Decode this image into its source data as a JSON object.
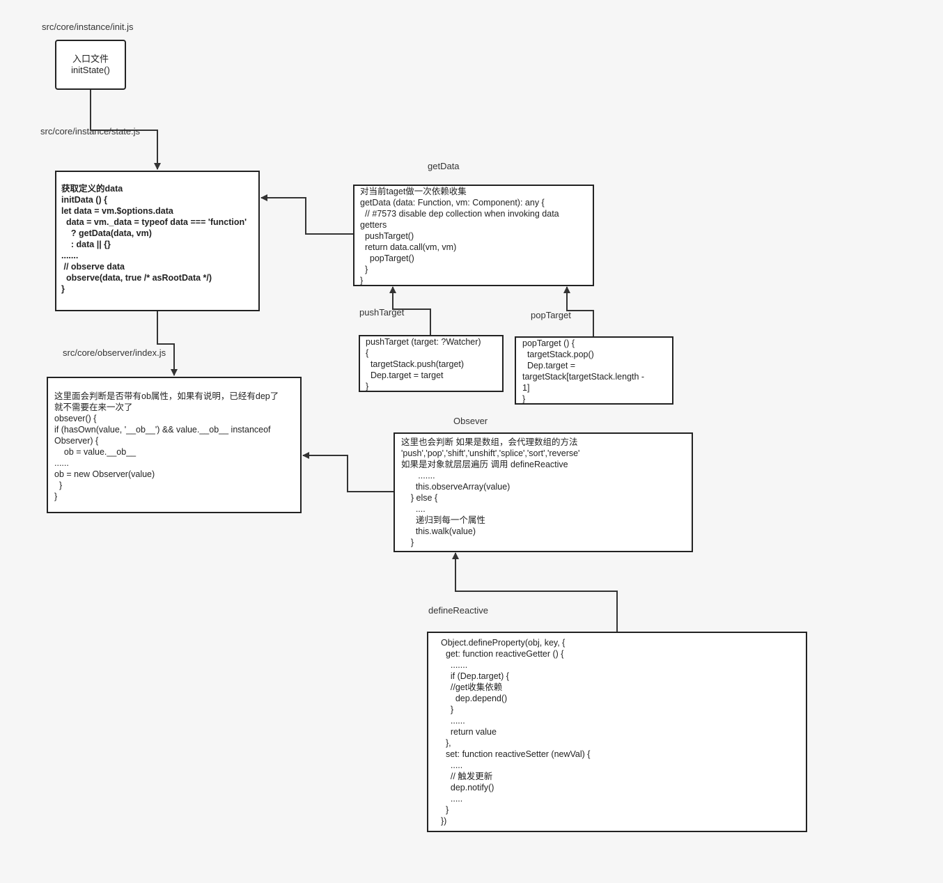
{
  "labels": {
    "init_js": "src/core/instance/init.js",
    "state_js": "src/core/instance/state.js",
    "observer_index_js": "src/core/observer/index.js",
    "get_data": "getData",
    "push_target": "pushTarget",
    "pop_target": "popTarget",
    "obsever": "Obsever",
    "define_reactive": "defineReactive"
  },
  "entry": {
    "line1": "入口文件",
    "line2": "initState()"
  },
  "boxes": {
    "init_data": "获取定义的data\ninitData () {\nlet data = vm.$options.data\n  data = vm._data = typeof data === 'function'\n    ? getData(data, vm)\n    : data || {}\n.......\n // observe data\n  observe(data, true /* asRootData */)\n}",
    "get_data": "对当前taget做一次依赖收集\ngetData (data: Function, vm: Component): any {\n  // #7573 disable dep collection when invoking data\ngetters\n  pushTarget()\n  return data.call(vm, vm)\n    popTarget()\n  }\n}",
    "push_target": "pushTarget (target: ?Watcher)\n{\n  targetStack.push(target)\n  Dep.target = target\n}",
    "pop_target": "popTarget () {\n  targetStack.pop()\n  Dep.target =\ntargetStack[targetStack.length -\n1]\n}",
    "observe": "这里面会判断是否带有ob属性，如果有说明，已经有dep了\n就不需要在来一次了\nobsever() {\nif (hasOwn(value, '__ob__') && value.__ob__ instanceof\nObserver) {\n    ob = value.__ob__\n......\nob = new Observer(value)\n  }\n}",
    "observer": "这里也会判断 如果是数组，会代理数组的方法\n'push','pop','shift','unshift','splice','sort','reverse'\n如果是对象就层层遍历 调用 defineReactive\n       .......\n      this.observeArray(value)\n    } else {\n      ....\n      递归到每一个属性\n      this.walk(value)\n    }",
    "define_reactive": "Object.defineProperty(obj, key, {\n  get: function reactiveGetter () {\n    .......\n    if (Dep.target) {\n    //get收集依赖\n      dep.depend()\n    }\n    ......\n    return value\n  },\n  set: function reactiveSetter (newVal) {\n    .....\n    // 触发更新\n    dep.notify()\n    .....\n  }\n})"
  },
  "colors": {
    "background": "#f6f6f6",
    "box_border": "#222222",
    "connector": "#333333"
  }
}
